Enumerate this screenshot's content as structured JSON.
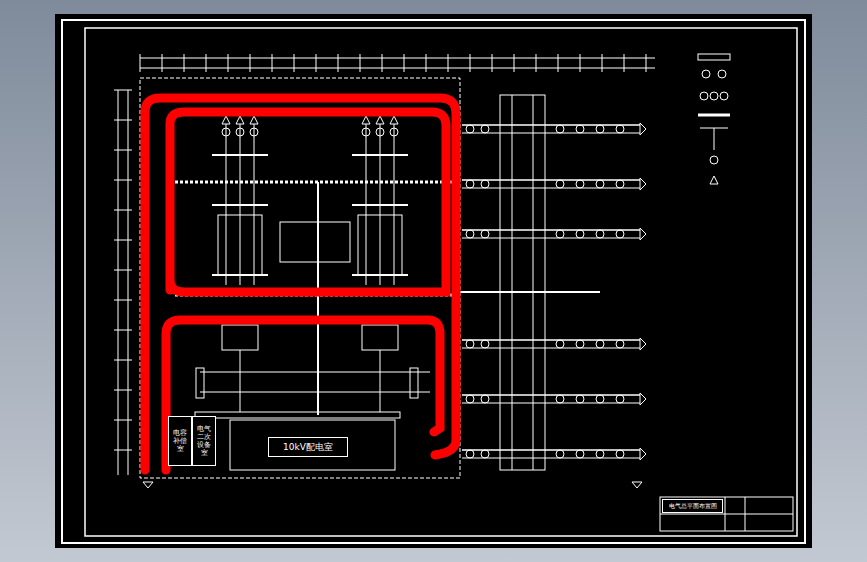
{
  "diagram": {
    "nodes": [
      {
        "text": [
          "电容补偿室"
        ]
      },
      {
        "text": [
          "电气二次设备室"
        ]
      },
      {
        "text": [
          "10kV配电室"
        ]
      },
      {
        "text": [
          "电气总平面布置图"
        ]
      }
    ]
  }
}
